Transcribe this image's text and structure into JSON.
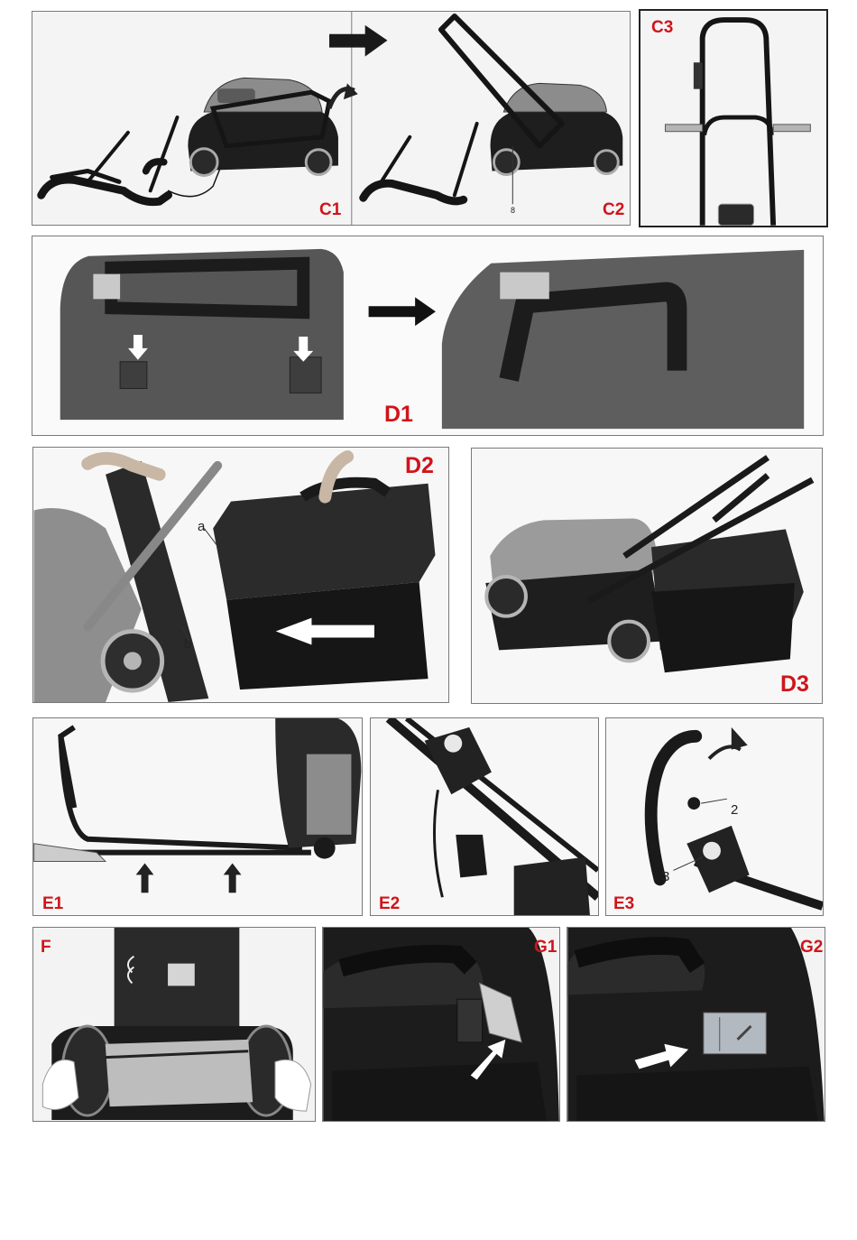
{
  "figures": {
    "c1": {
      "label": "C1"
    },
    "c2": {
      "label": "C2",
      "callout": "8"
    },
    "c3": {
      "label": "C3"
    },
    "d1": {
      "label": "D1"
    },
    "d2": {
      "label": "D2",
      "callout_a": "a",
      "callout_b": "b"
    },
    "d3": {
      "label": "D3"
    },
    "e1": {
      "label": "E1"
    },
    "e2": {
      "label": "E2"
    },
    "e3": {
      "label": "E3",
      "callout_2": "2",
      "callout_3": "3"
    },
    "f": {
      "label": "F"
    },
    "g1": {
      "label": "G1"
    },
    "g2": {
      "label": "G2"
    }
  },
  "colors": {
    "label_red": "#d0141b",
    "mower_dark": "#1e1e1e",
    "mower_grey": "#8c8c8c"
  }
}
